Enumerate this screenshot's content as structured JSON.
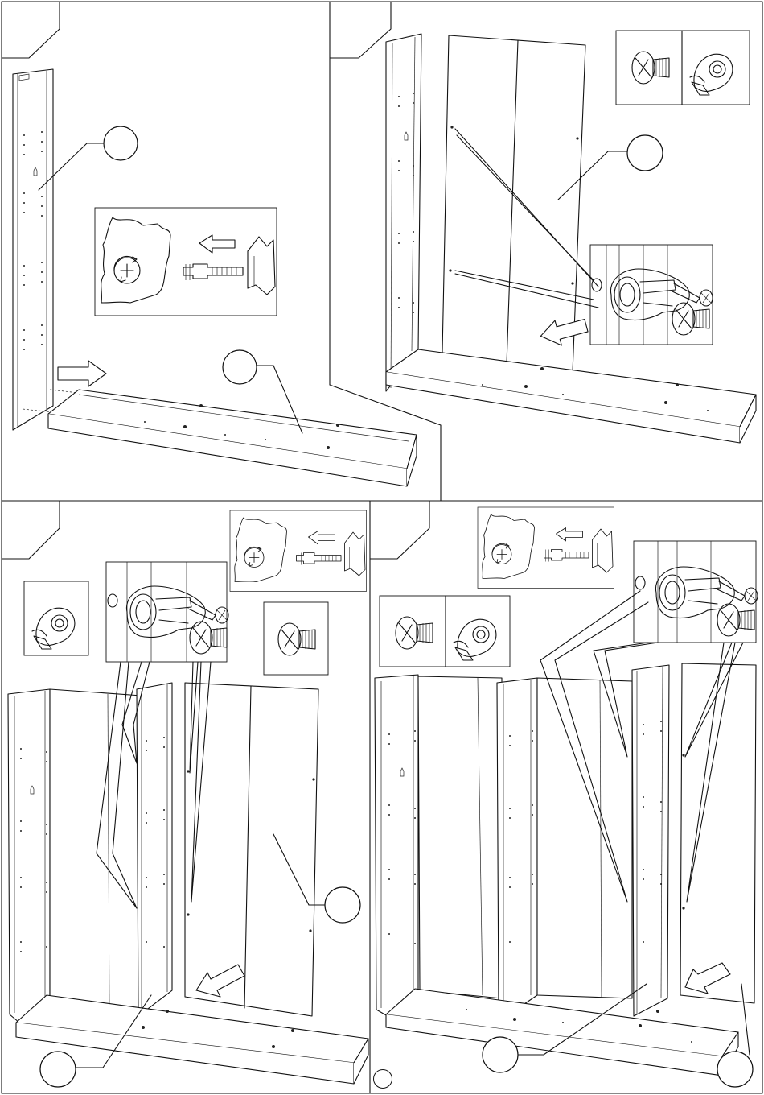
{
  "document": {
    "kind": "furniture assembly instructions",
    "page_number": "",
    "steps": [
      {
        "id": "step-1",
        "step_label": "",
        "callout_label": ""
      },
      {
        "id": "step-2",
        "step_label": "",
        "callout_label": ""
      },
      {
        "id": "step-3",
        "step_label": "",
        "callout_label": ""
      },
      {
        "id": "step-4",
        "step_label": "",
        "callout_label": ""
      }
    ]
  },
  "icons": {
    "screwdriver": "screwdriver-rotate-icon",
    "cam_bolt": "cam-bolt-icon",
    "screw": "screw-icon",
    "cam_lock": "cam-lock-icon",
    "push_arrow": "push-arrow-icon"
  },
  "colors": {
    "line": "#111111",
    "background": "#ffffff"
  }
}
